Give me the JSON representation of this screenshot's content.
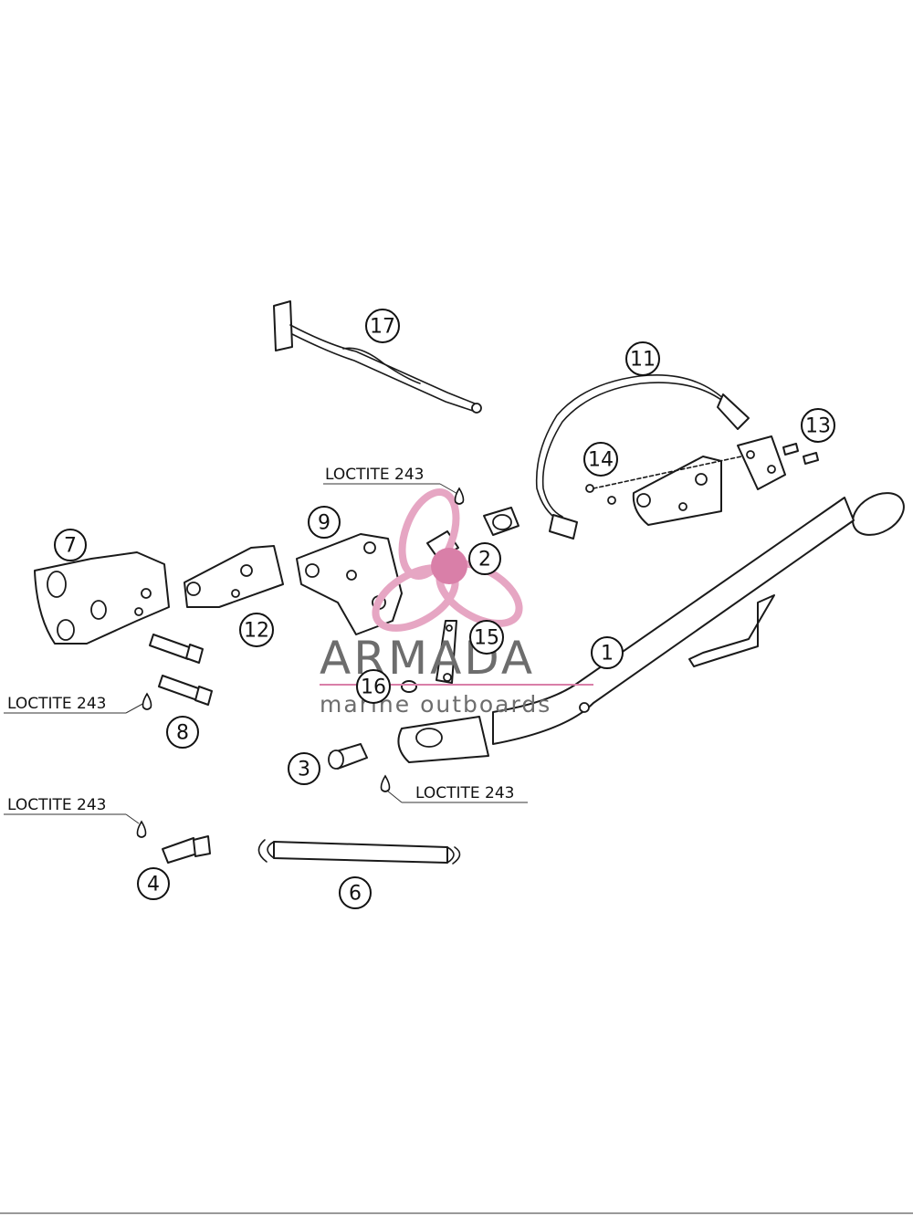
{
  "diagram": {
    "callouts": [
      "1",
      "2",
      "3",
      "4",
      "6",
      "7",
      "8",
      "9",
      "11",
      "12",
      "13",
      "14",
      "15",
      "16",
      "17"
    ],
    "loctite_labels": [
      "LOCTITE 243",
      "LOCTITE 243",
      "LOCTITE 243",
      "LOCTITE 243"
    ]
  },
  "watermark": {
    "brand": "ARMADA",
    "tagline": "marine outboards",
    "colors": {
      "text": "#6d6d6d",
      "logo": "#e6a6c3",
      "accent": "#d97fa8"
    }
  }
}
